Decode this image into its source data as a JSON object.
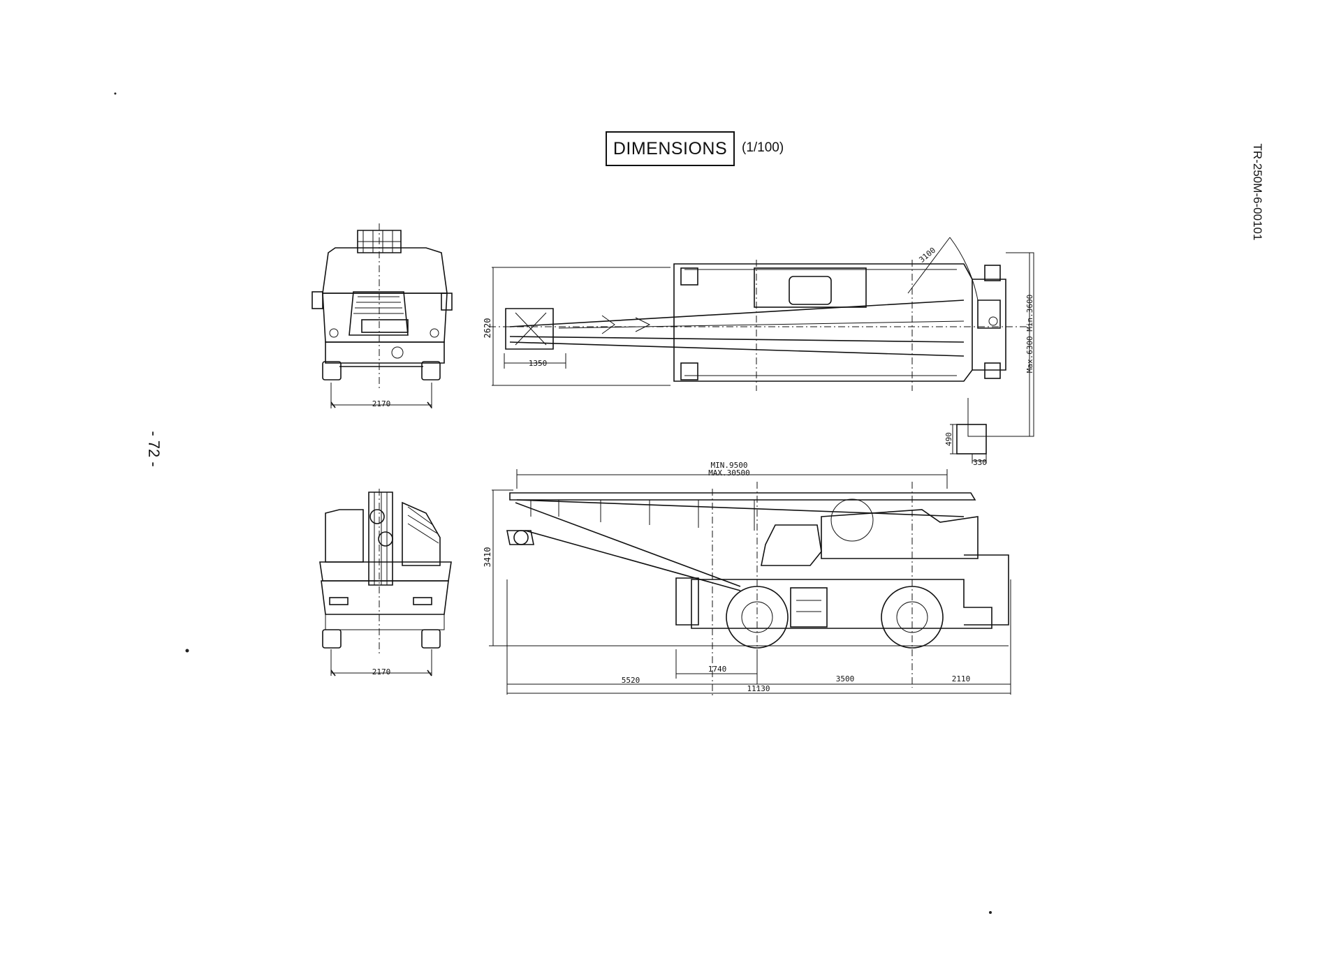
{
  "title": "DIMENSIONS",
  "scale": "(1/100)",
  "document_code": "TR-250M-6-00101",
  "page_number": "- 72 -",
  "views": {
    "front_view_top": {
      "track_width": "2170"
    },
    "rear_view_bottom": {
      "track_width": "2170"
    },
    "plan_view": {
      "overall_width": "2620",
      "boom_offset": "1350",
      "tail_swing_radius": "3100",
      "outrigger_span": "Max.6300 Min.3600",
      "outrigger_float_height": "490",
      "outrigger_float_width": "330"
    },
    "side_view": {
      "boom_length_min": "MIN.9500",
      "boom_length_max": "MAX.30500",
      "overall_height": "3410",
      "front_overhang_1": "1740",
      "front_overhang_2": "5520",
      "wheelbase": "3500",
      "rear_overhang": "2110",
      "overall_length": "11130"
    }
  }
}
